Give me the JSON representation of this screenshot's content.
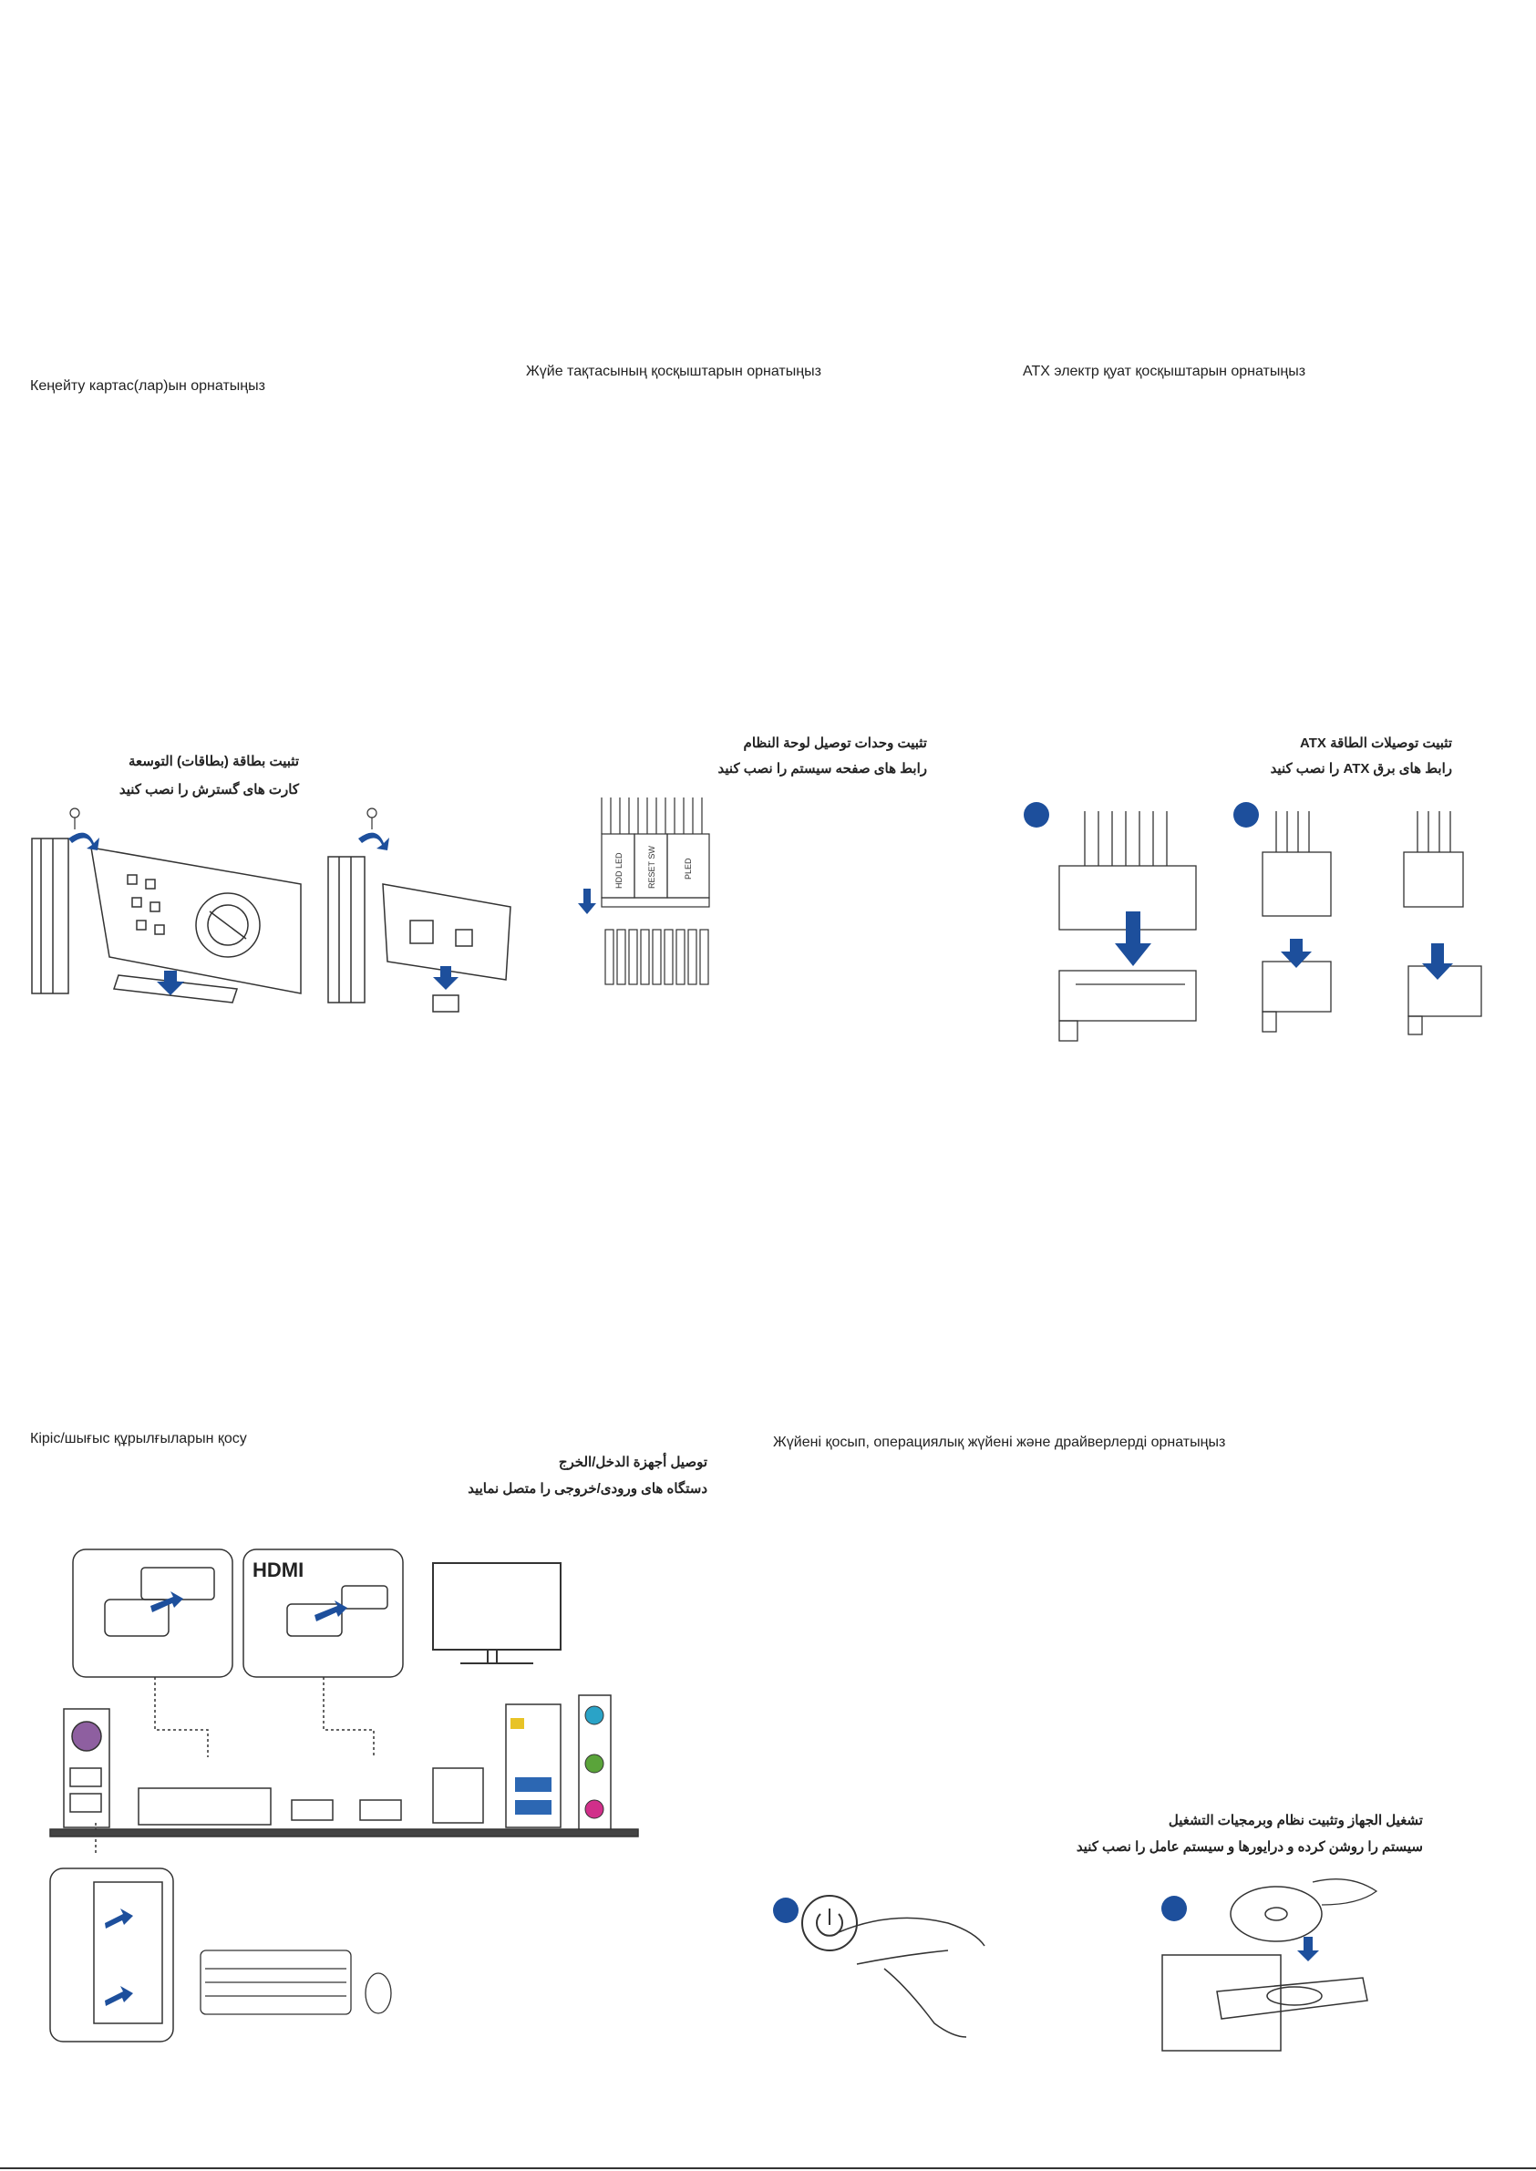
{
  "sections": {
    "expansion_cards": {
      "heading": "Кеңейту картас(лар)ын орнатыңыз",
      "arabic": "تثبيت بطاقة (بطاقات) التوسعة",
      "persian": "کارت های گسترش را نصب کنید"
    },
    "system_panel": {
      "heading": "Жүйе тақтасының қосқыштарын орнатыңыз",
      "arabic": "تثبيت وحدات توصيل لوحة النظام",
      "persian": "رابط های صفحه سیستم را نصب کنید",
      "pin_labels": [
        "HDD LED",
        "RESET SW",
        "PLED"
      ]
    },
    "atx_power": {
      "heading": "ATX электр қуат қосқыштарын орнатыңыз",
      "arabic": "تثبيت توصيلات الطاقة ATX",
      "persian": "رابط های برق ATX را نصب کنید"
    },
    "io_devices": {
      "heading": "Кіріс/шығыс құрылғыларын қосу",
      "arabic": "توصيل أجهزة الدخل/الخرج",
      "persian": "دستگاه های ورودی/خروجی را متصل نمایید",
      "hdmi_logo": "HDMI"
    },
    "power_on": {
      "heading": "Жүйені қосып, операциялық жүйені және драйверлерді орнатыңыз",
      "arabic": "تشغيل الجهاز وتثبيت نظام وبرمجيات التشغيل",
      "persian": "سیستم را روشن کرده و درایورها و سیستم عامل را نصب کنید"
    }
  },
  "colors": {
    "accent_blue": "#1d4f9c",
    "badge_blue": "#1d4f9c",
    "line": "#333333"
  },
  "icons": [
    "screw-icon",
    "arrow-icon",
    "power-icon",
    "disc-icon",
    "monitor-icon",
    "keyboard-icon",
    "mouse-icon"
  ]
}
